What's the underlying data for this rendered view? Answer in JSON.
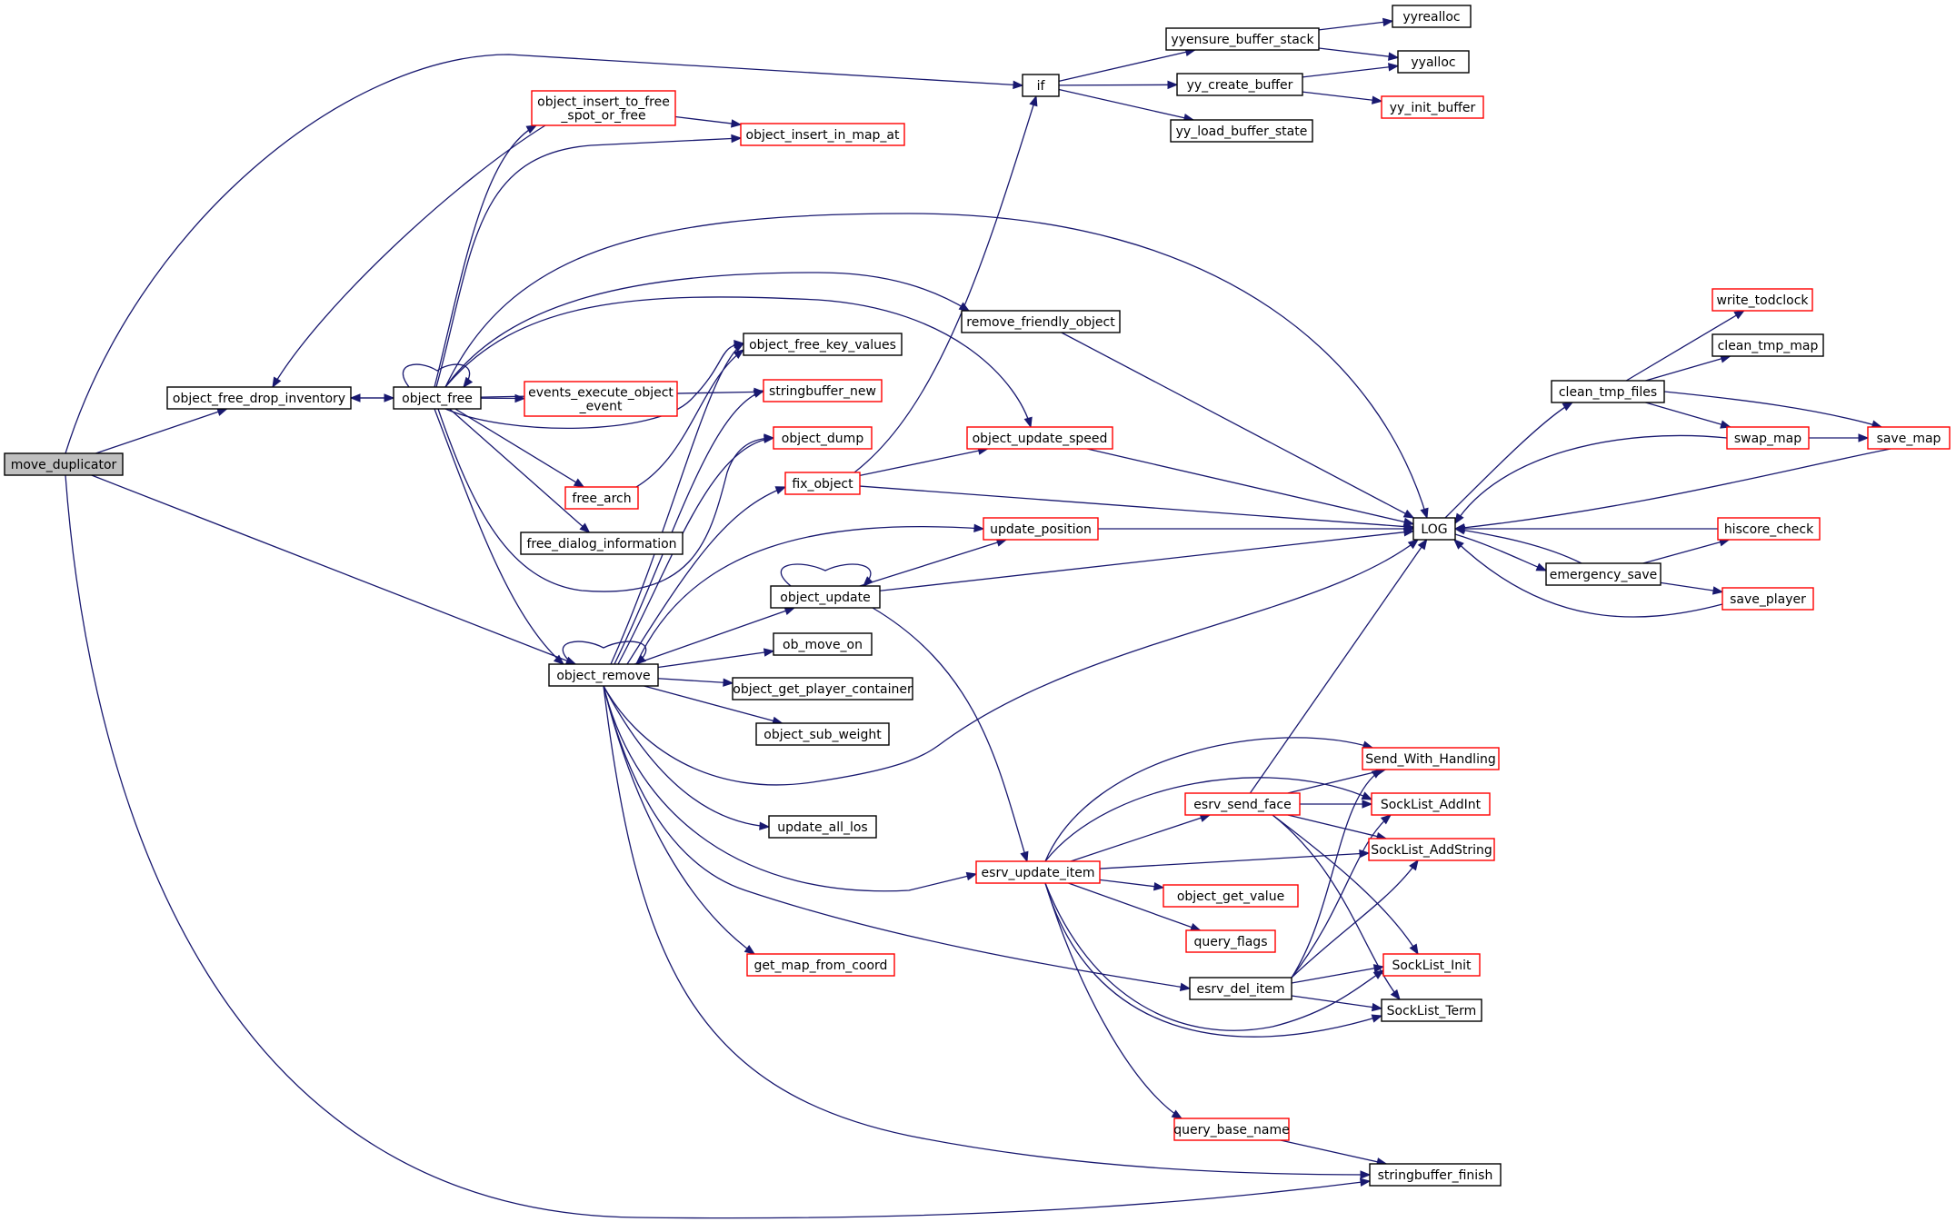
{
  "graph": {
    "nodes": [
      {
        "id": "move_duplicator",
        "label": [
          "move_duplicator"
        ],
        "style": "root"
      },
      {
        "id": "object_free_drop_inventory",
        "label": [
          "object_free_drop_inventory"
        ],
        "style": "black"
      },
      {
        "id": "object_free",
        "label": [
          "object_free"
        ],
        "style": "black"
      },
      {
        "id": "object_remove",
        "label": [
          "object_remove"
        ],
        "style": "black"
      },
      {
        "id": "object_insert_to_free_spot_or_free",
        "label": [
          "object_insert_to_free",
          "_spot_or_free"
        ],
        "style": "red"
      },
      {
        "id": "object_insert_in_map_at",
        "label": [
          "object_insert_in_map_at"
        ],
        "style": "red"
      },
      {
        "id": "if",
        "label": [
          "if"
        ],
        "style": "black"
      },
      {
        "id": "yyensure_buffer_stack",
        "label": [
          "yyensure_buffer_stack"
        ],
        "style": "black"
      },
      {
        "id": "yyrealloc",
        "label": [
          "yyrealloc"
        ],
        "style": "black"
      },
      {
        "id": "yyalloc",
        "label": [
          "yyalloc"
        ],
        "style": "black"
      },
      {
        "id": "yy_create_buffer",
        "label": [
          "yy_create_buffer"
        ],
        "style": "black"
      },
      {
        "id": "yy_init_buffer",
        "label": [
          "yy_init_buffer"
        ],
        "style": "red"
      },
      {
        "id": "yy_load_buffer_state",
        "label": [
          "yy_load_buffer_state"
        ],
        "style": "black"
      },
      {
        "id": "remove_friendly_object",
        "label": [
          "remove_friendly_object"
        ],
        "style": "black"
      },
      {
        "id": "object_free_key_values",
        "label": [
          "object_free_key_values"
        ],
        "style": "black"
      },
      {
        "id": "stringbuffer_new",
        "label": [
          "stringbuffer_new"
        ],
        "style": "red"
      },
      {
        "id": "events_execute_object_event",
        "label": [
          "events_execute_object",
          "_event"
        ],
        "style": "red"
      },
      {
        "id": "object_dump",
        "label": [
          "object_dump"
        ],
        "style": "red"
      },
      {
        "id": "object_update_speed",
        "label": [
          "object_update_speed"
        ],
        "style": "red"
      },
      {
        "id": "fix_object",
        "label": [
          "fix_object"
        ],
        "style": "red"
      },
      {
        "id": "free_arch",
        "label": [
          "free_arch"
        ],
        "style": "red"
      },
      {
        "id": "free_dialog_information",
        "label": [
          "free_dialog_information"
        ],
        "style": "black"
      },
      {
        "id": "update_position",
        "label": [
          "update_position"
        ],
        "style": "red"
      },
      {
        "id": "object_update",
        "label": [
          "object_update"
        ],
        "style": "black"
      },
      {
        "id": "ob_move_on",
        "label": [
          "ob_move_on"
        ],
        "style": "black"
      },
      {
        "id": "object_get_player_container",
        "label": [
          "object_get_player_container"
        ],
        "style": "black"
      },
      {
        "id": "object_sub_weight",
        "label": [
          "object_sub_weight"
        ],
        "style": "black"
      },
      {
        "id": "update_all_los",
        "label": [
          "update_all_los"
        ],
        "style": "black"
      },
      {
        "id": "LOG",
        "label": [
          "LOG"
        ],
        "style": "black"
      },
      {
        "id": "clean_tmp_files",
        "label": [
          "clean_tmp_files"
        ],
        "style": "black"
      },
      {
        "id": "write_todclock",
        "label": [
          "write_todclock"
        ],
        "style": "red"
      },
      {
        "id": "clean_tmp_map",
        "label": [
          "clean_tmp_map"
        ],
        "style": "black"
      },
      {
        "id": "swap_map",
        "label": [
          "swap_map"
        ],
        "style": "red"
      },
      {
        "id": "save_map",
        "label": [
          "save_map"
        ],
        "style": "red"
      },
      {
        "id": "hiscore_check",
        "label": [
          "hiscore_check"
        ],
        "style": "red"
      },
      {
        "id": "emergency_save",
        "label": [
          "emergency_save"
        ],
        "style": "black"
      },
      {
        "id": "save_player",
        "label": [
          "save_player"
        ],
        "style": "red"
      },
      {
        "id": "Send_With_Handling",
        "label": [
          "Send_With_Handling"
        ],
        "style": "red"
      },
      {
        "id": "esrv_send_face",
        "label": [
          "esrv_send_face"
        ],
        "style": "red"
      },
      {
        "id": "SockList_AddInt",
        "label": [
          "SockList_AddInt"
        ],
        "style": "red"
      },
      {
        "id": "SockList_AddString",
        "label": [
          "SockList_AddString"
        ],
        "style": "red"
      },
      {
        "id": "esrv_update_item",
        "label": [
          "esrv_update_item"
        ],
        "style": "red"
      },
      {
        "id": "object_get_value",
        "label": [
          "object_get_value"
        ],
        "style": "red"
      },
      {
        "id": "query_flags",
        "label": [
          "query_flags"
        ],
        "style": "red"
      },
      {
        "id": "get_map_from_coord",
        "label": [
          "get_map_from_coord"
        ],
        "style": "red"
      },
      {
        "id": "esrv_del_item",
        "label": [
          "esrv_del_item"
        ],
        "style": "black"
      },
      {
        "id": "SockList_Init",
        "label": [
          "SockList_Init"
        ],
        "style": "red"
      },
      {
        "id": "SockList_Term",
        "label": [
          "SockList_Term"
        ],
        "style": "black"
      },
      {
        "id": "query_base_name",
        "label": [
          "query_base_name"
        ],
        "style": "red"
      },
      {
        "id": "stringbuffer_finish",
        "label": [
          "stringbuffer_finish"
        ],
        "style": "black"
      }
    ],
    "edges": [
      [
        "move_duplicator",
        "object_free_drop_inventory"
      ],
      [
        "move_duplicator",
        "if"
      ],
      [
        "move_duplicator",
        "object_remove"
      ],
      [
        "move_duplicator",
        "stringbuffer_finish"
      ],
      [
        "object_free_drop_inventory",
        "object_free"
      ],
      [
        "object_free",
        "object_free_drop_inventory"
      ],
      [
        "object_free",
        "object_free"
      ],
      [
        "object_free",
        "object_insert_to_free_spot_or_free"
      ],
      [
        "object_free",
        "object_insert_in_map_at"
      ],
      [
        "object_free",
        "LOG"
      ],
      [
        "object_free",
        "remove_friendly_object"
      ],
      [
        "object_free",
        "object_update_speed"
      ],
      [
        "object_free",
        "object_free_key_values"
      ],
      [
        "object_free",
        "stringbuffer_new"
      ],
      [
        "object_free",
        "events_execute_object_event"
      ],
      [
        "object_free",
        "free_arch"
      ],
      [
        "object_free",
        "free_dialog_information"
      ],
      [
        "object_free",
        "object_dump"
      ],
      [
        "object_free",
        "object_remove"
      ],
      [
        "object_insert_to_free_spot_or_free",
        "object_free_drop_inventory"
      ],
      [
        "object_insert_to_free_spot_or_free",
        "object_insert_in_map_at"
      ],
      [
        "if",
        "yyensure_buffer_stack"
      ],
      [
        "if",
        "yy_create_buffer"
      ],
      [
        "if",
        "yy_load_buffer_state"
      ],
      [
        "yyensure_buffer_stack",
        "yyrealloc"
      ],
      [
        "yyensure_buffer_stack",
        "yyalloc"
      ],
      [
        "yy_create_buffer",
        "yyalloc"
      ],
      [
        "yy_create_buffer",
        "yy_init_buffer"
      ],
      [
        "remove_friendly_object",
        "LOG"
      ],
      [
        "free_arch",
        "object_free_key_values"
      ],
      [
        "object_update_speed",
        "LOG"
      ],
      [
        "fix_object",
        "if"
      ],
      [
        "fix_object",
        "object_update_speed"
      ],
      [
        "fix_object",
        "LOG"
      ],
      [
        "update_position",
        "LOG"
      ],
      [
        "object_update",
        "object_update"
      ],
      [
        "object_update",
        "update_position"
      ],
      [
        "object_update",
        "LOG"
      ],
      [
        "object_update",
        "esrv_update_item"
      ],
      [
        "object_remove",
        "object_remove"
      ],
      [
        "object_remove",
        "object_free_key_values"
      ],
      [
        "object_remove",
        "stringbuffer_new"
      ],
      [
        "object_remove",
        "object_dump"
      ],
      [
        "object_remove",
        "fix_object"
      ],
      [
        "object_remove",
        "update_position"
      ],
      [
        "object_remove",
        "object_update"
      ],
      [
        "object_remove",
        "ob_move_on"
      ],
      [
        "object_remove",
        "object_get_player_container"
      ],
      [
        "object_remove",
        "object_sub_weight"
      ],
      [
        "object_remove",
        "LOG"
      ],
      [
        "object_remove",
        "update_all_los"
      ],
      [
        "object_remove",
        "esrv_update_item"
      ],
      [
        "object_remove",
        "get_map_from_coord"
      ],
      [
        "object_remove",
        "esrv_del_item"
      ],
      [
        "object_remove",
        "stringbuffer_finish"
      ],
      [
        "LOG",
        "clean_tmp_files"
      ],
      [
        "LOG",
        "emergency_save"
      ],
      [
        "clean_tmp_files",
        "write_todclock"
      ],
      [
        "clean_tmp_files",
        "clean_tmp_map"
      ],
      [
        "clean_tmp_files",
        "swap_map"
      ],
      [
        "clean_tmp_files",
        "save_map"
      ],
      [
        "swap_map",
        "save_map"
      ],
      [
        "swap_map",
        "LOG"
      ],
      [
        "save_map",
        "LOG"
      ],
      [
        "hiscore_check",
        "LOG"
      ],
      [
        "emergency_save",
        "LOG"
      ],
      [
        "emergency_save",
        "hiscore_check"
      ],
      [
        "emergency_save",
        "save_player"
      ],
      [
        "save_player",
        "LOG"
      ],
      [
        "esrv_update_item",
        "esrv_send_face"
      ],
      [
        "esrv_update_item",
        "Send_With_Handling"
      ],
      [
        "esrv_update_item",
        "SockList_AddInt"
      ],
      [
        "esrv_update_item",
        "SockList_AddString"
      ],
      [
        "esrv_update_item",
        "object_get_value"
      ],
      [
        "esrv_update_item",
        "query_flags"
      ],
      [
        "esrv_update_item",
        "query_base_name"
      ],
      [
        "esrv_update_item",
        "SockList_Init"
      ],
      [
        "esrv_update_item",
        "SockList_Term"
      ],
      [
        "esrv_send_face",
        "Send_With_Handling"
      ],
      [
        "esrv_send_face",
        "SockList_AddInt"
      ],
      [
        "esrv_send_face",
        "SockList_AddString"
      ],
      [
        "esrv_send_face",
        "SockList_Init"
      ],
      [
        "esrv_send_face",
        "SockList_Term"
      ],
      [
        "esrv_send_face",
        "LOG"
      ],
      [
        "esrv_del_item",
        "Send_With_Handling"
      ],
      [
        "esrv_del_item",
        "SockList_AddInt"
      ],
      [
        "esrv_del_item",
        "SockList_AddString"
      ],
      [
        "esrv_del_item",
        "SockList_Init"
      ],
      [
        "esrv_del_item",
        "SockList_Term"
      ],
      [
        "query_base_name",
        "stringbuffer_finish"
      ]
    ],
    "colors": {
      "edge": "#191970",
      "red_border": "#ff0000",
      "black_border": "#000000",
      "root_fill": "#bfbfbf"
    }
  }
}
